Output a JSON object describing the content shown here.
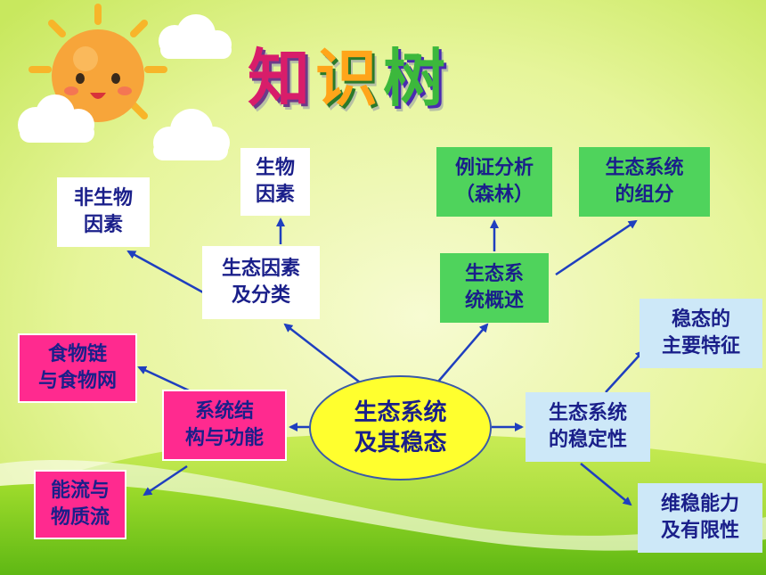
{
  "title": [
    "知",
    "识",
    "树"
  ],
  "center": "生态系统\n及其稳态",
  "nodes": {
    "abiotic": "非生物\n因素",
    "biotic": "生物\n因素",
    "eco_factors": "生态因素\n及分类",
    "example_forest": "例证分析\n（森林）",
    "eco_composition": "生态系统\n的组分",
    "eco_overview": "生态系\n统概述",
    "food_chain": "食物链\n与食物网",
    "structure_function": "系统结\n构与功能",
    "energy_material": "能流与\n物质流",
    "stability": "生态系统\n的稳定性",
    "stability_features": "稳态的\n主要特征",
    "stability_capacity": "维稳能力\n及有限性"
  },
  "colors": {
    "node_text": "#1a1f8a",
    "arrow": "#1f3fbf",
    "green_box": "#4fd35c",
    "pink_box": "#ff2a8f",
    "blue_box": "#cde8f8",
    "center_fill": "#ffff2e"
  },
  "icons": [
    "sun-icon",
    "cloud-icon"
  ]
}
